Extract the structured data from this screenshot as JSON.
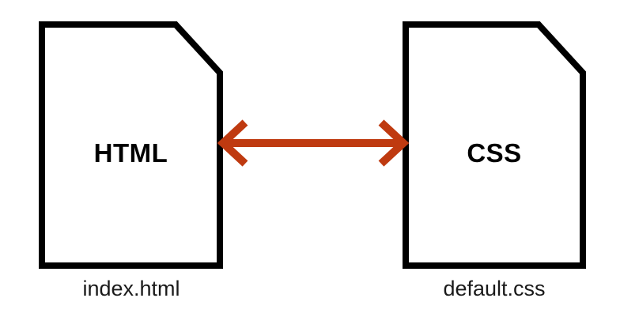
{
  "diagram": {
    "type": "relationship-diagram",
    "background_color": "#ffffff",
    "nodes": [
      {
        "id": "html",
        "shape": "document-cut-corner",
        "title": "HTML",
        "caption": "index.html",
        "stroke_color": "#000000",
        "fill_color": "#ffffff",
        "stroke_width": 8
      },
      {
        "id": "css",
        "shape": "document-cut-corner",
        "title": "CSS",
        "caption": "default.css",
        "stroke_color": "#000000",
        "fill_color": "#ffffff",
        "stroke_width": 8
      }
    ],
    "connector": {
      "id": "html-css-link",
      "style": "double-headed-arrow",
      "arrowhead_style": "open-chevron",
      "color": "#bf3a10",
      "stroke_width": 10,
      "from": "html",
      "to": "css",
      "label": ""
    }
  }
}
